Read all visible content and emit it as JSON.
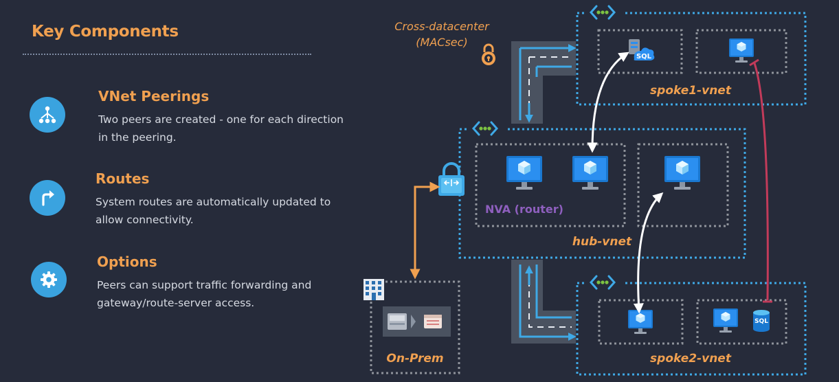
{
  "title": "Key Components",
  "features": [
    {
      "icon": "network-tree-icon",
      "title": "VNet Peerings",
      "desc": "Two peers are created - one for each direction in the peering."
    },
    {
      "icon": "route-arrow-icon",
      "title": "Routes",
      "desc": "System routes are automatically updated to allow connectivity."
    },
    {
      "icon": "gear-icon",
      "title": "Options",
      "desc": "Peers can support traffic forwarding and gateway/route-server access."
    }
  ],
  "diagram": {
    "cross_dc_line1": "Cross-datacenter",
    "cross_dc_line2": "(MACsec)",
    "spoke1_label": "spoke1-vnet",
    "hub_label": "hub-vnet",
    "spoke2_label": "spoke2-vnet",
    "onprem_label": "On-Prem",
    "nva_label": "NVA (router)",
    "sql_text": "SQL"
  },
  "colors": {
    "accent_orange": "#f0a050",
    "vnet_border": "#3fa9e6",
    "subnet_border": "#8f939b",
    "nva_purple": "#8e5fbe",
    "deny_line": "#c23b5a",
    "icon_circle": "#3aa3df"
  }
}
